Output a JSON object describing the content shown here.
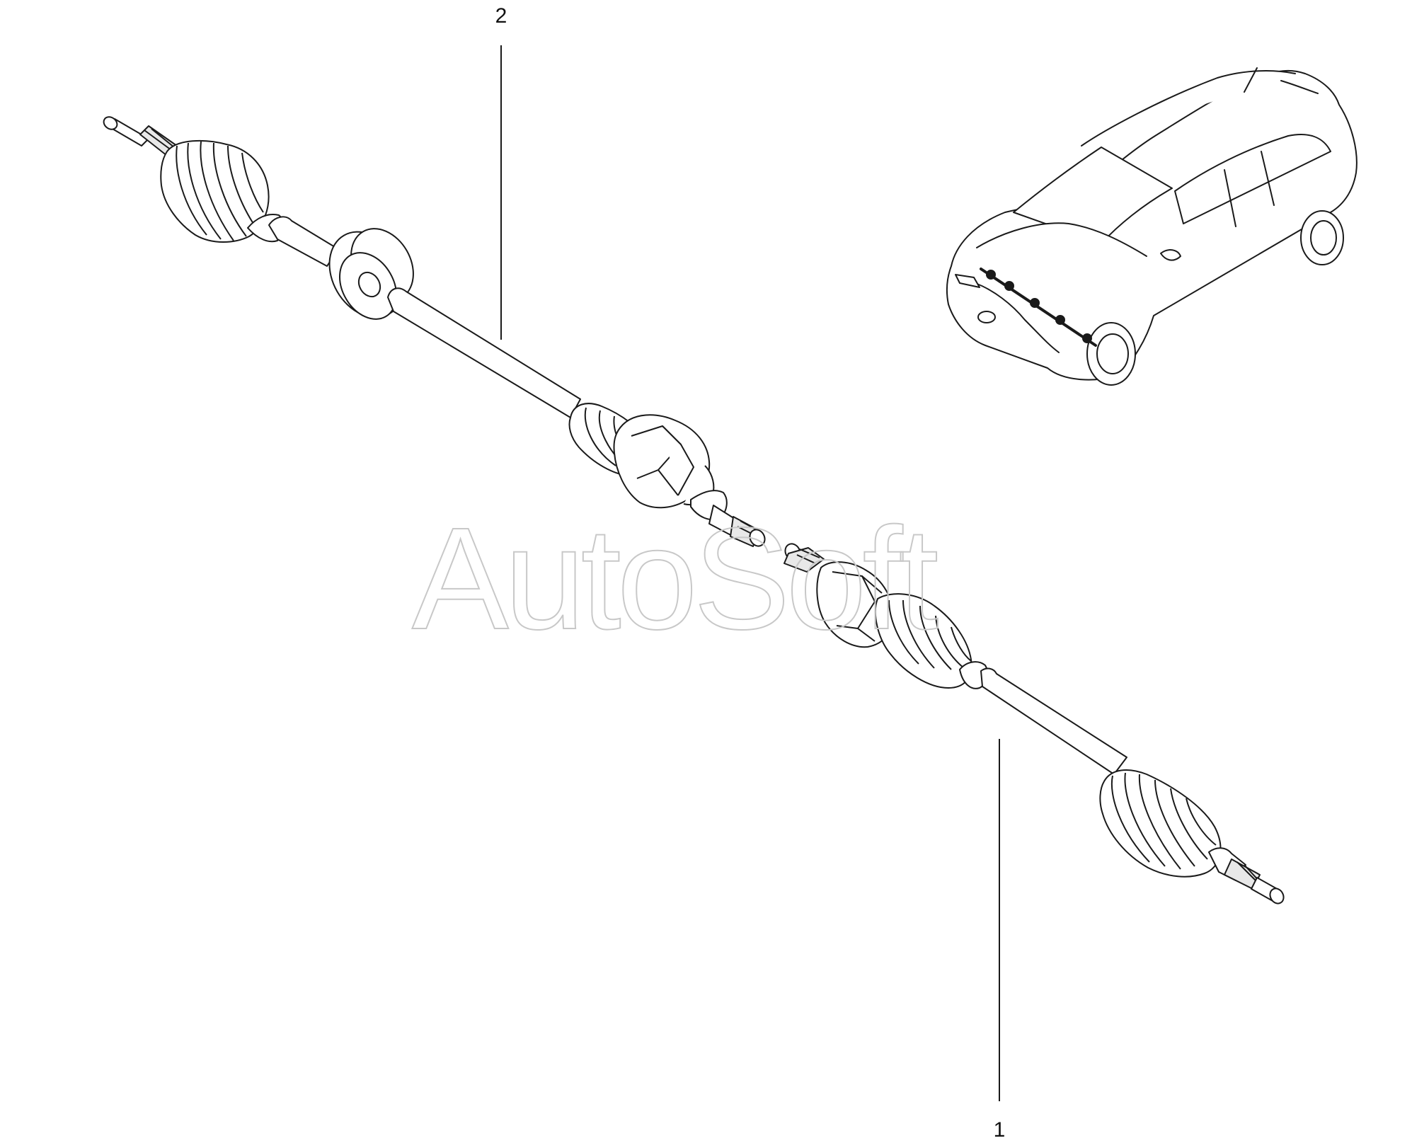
{
  "callouts": {
    "part_1": "1",
    "part_2": "2"
  },
  "watermark": {
    "text": "AutoSoft"
  },
  "colors": {
    "line": "#1a1a1a",
    "fill": "#ffffff",
    "watermark": "#c8c8c8"
  }
}
